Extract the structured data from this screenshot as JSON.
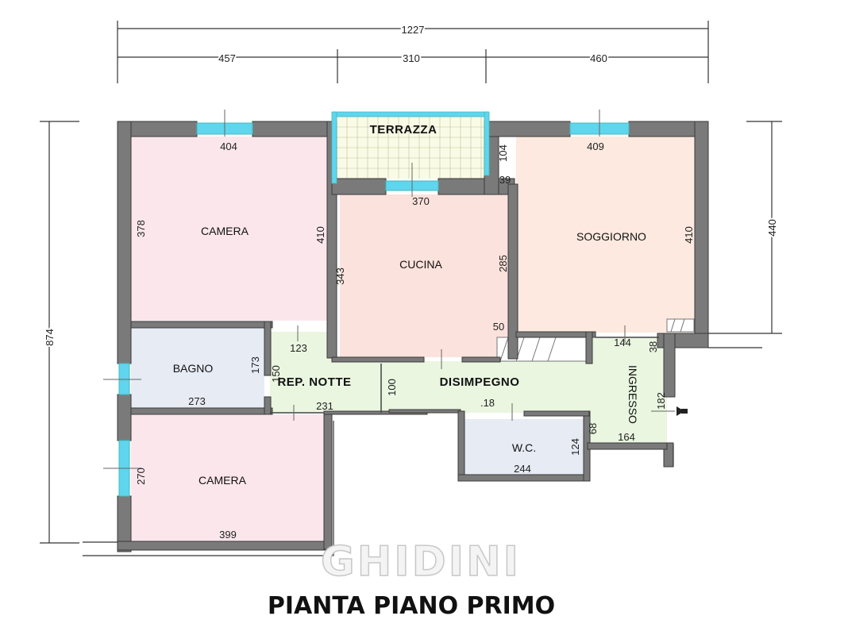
{
  "dimensions": {
    "total_width": "1227",
    "seg_left": "457",
    "seg_mid": "310",
    "seg_right": "460",
    "total_height": "874",
    "right_height": "440"
  },
  "rooms": {
    "terrazza": "TERRAZZA",
    "camera_top": "CAMERA",
    "cucina": "CUCINA",
    "soggiorno": "SOGGIORNO",
    "bagno": "BAGNO",
    "rep_notte": "REP. NOTTE",
    "disimpegno": "DISIMPEGNO",
    "ingresso": "INGRESSO",
    "wc": "W.C.",
    "camera_bottom": "CAMERA"
  },
  "measures": {
    "m404": "404",
    "m378": "378",
    "m410a": "410",
    "m370": "370",
    "m343": "343",
    "m285": "285",
    "m50": "50",
    "m104": "104",
    "m39": "39",
    "m409": "409",
    "m410b": "410",
    "m144": "144",
    "m38": "38",
    "m123": "123",
    "m173": "173",
    "m150": "150",
    "m273": "273",
    "m100": "100",
    "m231": "231",
    "m18": ".18",
    "m182": "182",
    "m68": "68",
    "m164": "164",
    "m124": "124",
    "m244": "244",
    "m270": "270",
    "m399": "399"
  },
  "watermark": "GHIDINI",
  "title": "PIANTA PIANO PRIMO",
  "colors": {
    "camera": "#fbe6ec",
    "cucina": "#fbe2dc",
    "soggiorno": "#fde9df",
    "bagno": "#e6ebf4",
    "corridor": "#eaf6e0",
    "wc": "#e6ebf4",
    "terrazza": "#fafbe6",
    "window": "#5fd5ee"
  }
}
